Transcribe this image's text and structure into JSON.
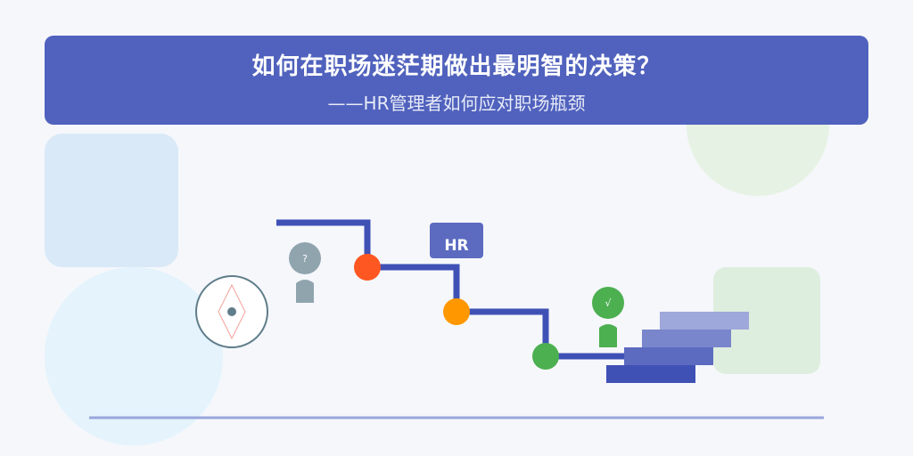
{
  "header": {
    "title": "如何在职场迷茫期做出最明智的决策？",
    "subtitle": "——HR管理者如何应对职场瓶颈"
  },
  "diagram": {
    "hr_badge": "HR",
    "question_mark": "?",
    "check_mark": "√"
  },
  "colors": {
    "banner": "#5062bd",
    "path": "#3f51b5",
    "node_red": "#ff5722",
    "node_orange": "#ff9800",
    "node_green": "#4caf50",
    "person_gray": "#90a4ae",
    "compass_ring": "#607d8b"
  }
}
